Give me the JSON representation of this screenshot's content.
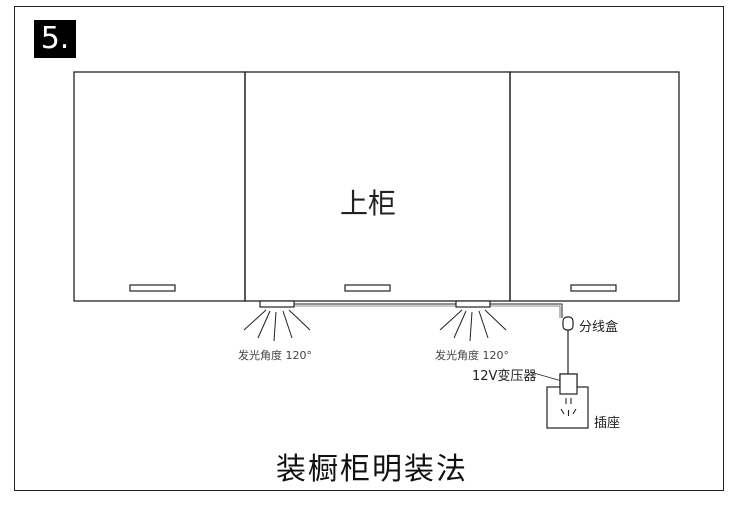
{
  "step_number": "5.",
  "cabinet_label": "上柜",
  "light_angle_label": "发光角度 120°",
  "junction_box_label": "分线盒",
  "transformer_label": "12V变压器",
  "outlet_label": "插座",
  "title": "装橱柜明装法",
  "colors": {
    "line": "#222222",
    "background": "#ffffff",
    "badge": "#000000"
  }
}
